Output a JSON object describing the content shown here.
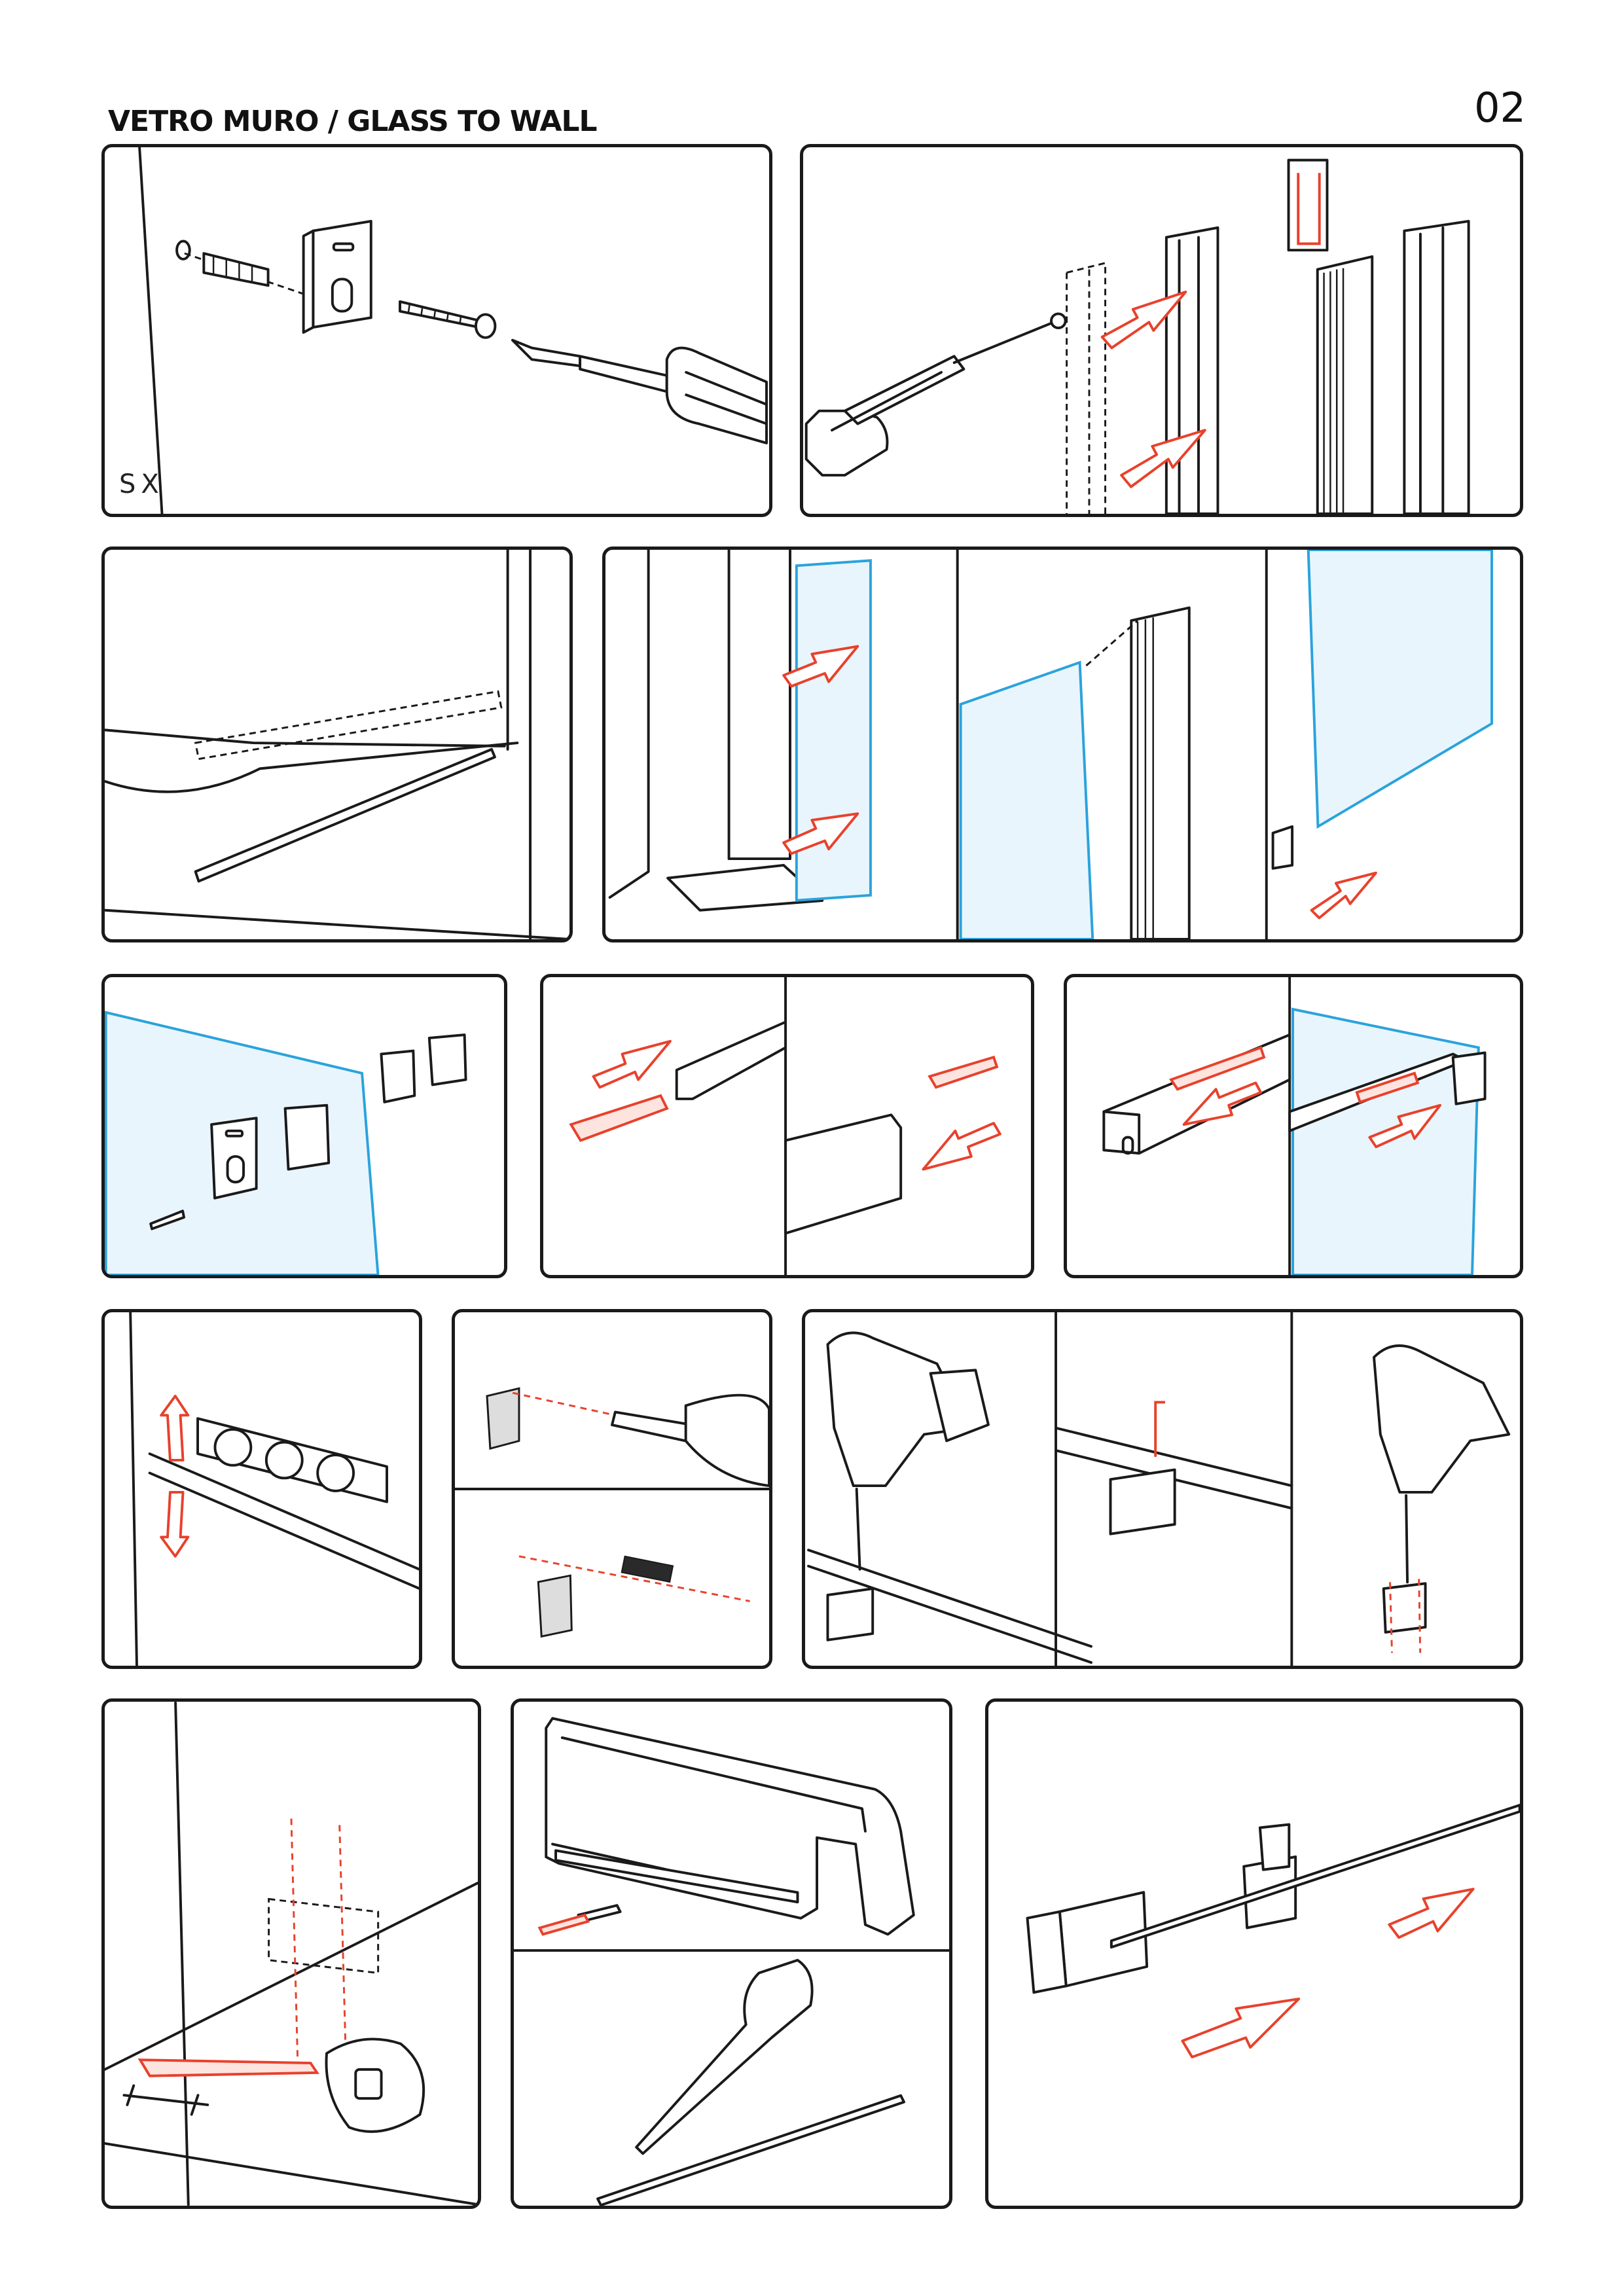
{
  "header": {
    "title": "VETRO MURO / GLASS TO WALL",
    "page_number": "02"
  },
  "panels": {
    "p1": {
      "side_label": "SX"
    }
  },
  "colors": {
    "ink": "#1a1a1a",
    "accent_red": "#e8412c",
    "glass_blue": "#2aa3dc",
    "glass_fill": "#e9f5fc"
  }
}
